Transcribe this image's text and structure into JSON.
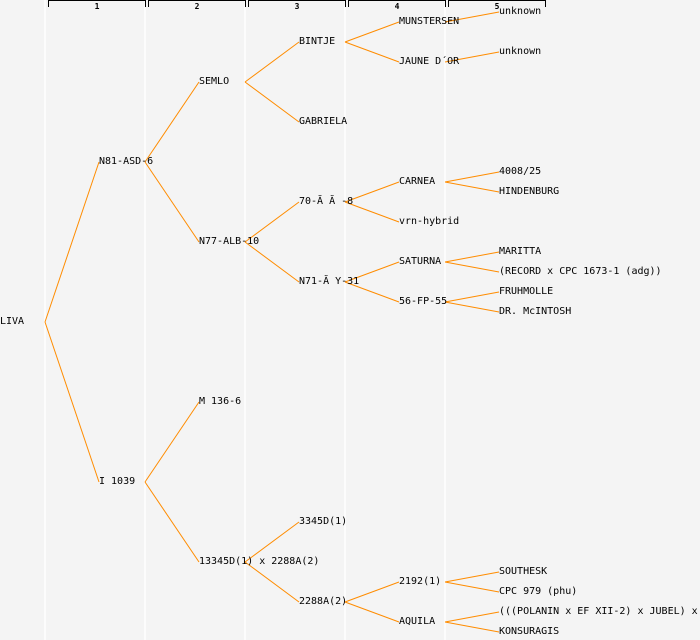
{
  "generation_headers": [
    "1",
    "2",
    "3",
    "4",
    "5"
  ],
  "colors": {
    "line": "#ff8c00",
    "background": "#f4f4f4",
    "column_divider": "#ffffff"
  },
  "tree": {
    "name": "LIVA",
    "children": [
      {
        "name": "N81-ASD-6",
        "children": [
          {
            "name": "SEMLO",
            "children": [
              {
                "name": "BINTJE",
                "children": [
                  {
                    "name": "MUNSTERSEN",
                    "children": [
                      {
                        "name": "unknown"
                      },
                      null
                    ]
                  },
                  {
                    "name": "JAUNE D´OR",
                    "children": [
                      {
                        "name": "unknown"
                      },
                      null
                    ]
                  }
                ]
              },
              {
                "name": "GABRIELA"
              }
            ]
          },
          {
            "name": "N77-ALB-10",
            "children": [
              {
                "name": "70-Ă Ă -8",
                "children": [
                  {
                    "name": "CARNEA",
                    "children": [
                      {
                        "name": "4008/25"
                      },
                      {
                        "name": "HINDENBURG"
                      }
                    ]
                  },
                  {
                    "name": "vrn-hybrid"
                  }
                ]
              },
              {
                "name": "N71-Ă Y-31",
                "children": [
                  {
                    "name": "SATURNA",
                    "children": [
                      {
                        "name": "MARITTA"
                      },
                      {
                        "name": "(RECORD x CPC 1673-1 (adg))"
                      }
                    ]
                  },
                  {
                    "name": "56-FP-55",
                    "children": [
                      {
                        "name": "FRUHMOLLE"
                      },
                      {
                        "name": "DR. McINTOSH"
                      }
                    ]
                  }
                ]
              }
            ]
          }
        ]
      },
      {
        "name": "I 1039",
        "children": [
          {
            "name": "M 136-6"
          },
          {
            "name": "13345D(1) x 2288A(2)",
            "children": [
              {
                "name": "3345D(1)"
              },
              {
                "name": "2288A(2)",
                "children": [
                  {
                    "name": "2192(1)",
                    "children": [
                      {
                        "name": "SOUTHESK"
                      },
                      {
                        "name": "CPC 979 (phu)"
                      }
                    ]
                  },
                  {
                    "name": "AQUILA",
                    "children": [
                      {
                        "name": "(((POLANIN x EF XII-2) x JUBEL) x"
                      },
                      {
                        "name": "KONSURAGIS"
                      }
                    ]
                  }
                ]
              }
            ]
          }
        ]
      }
    ]
  }
}
